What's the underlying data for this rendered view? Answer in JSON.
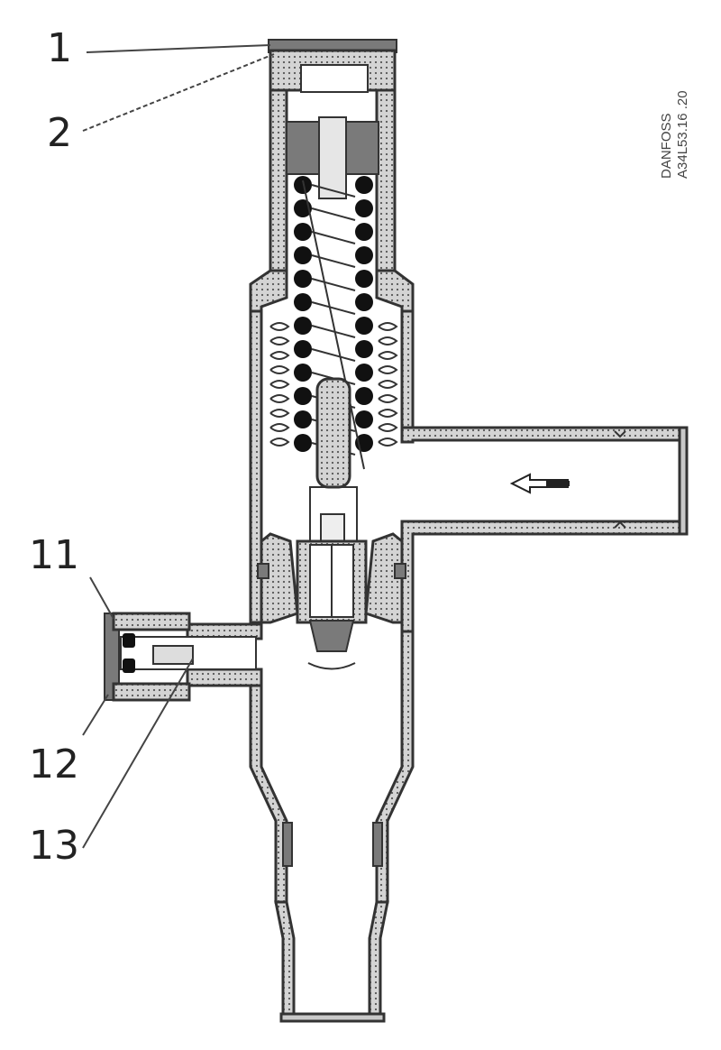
{
  "diagram": {
    "callouts": [
      {
        "id": "1",
        "text": "1"
      },
      {
        "id": "2",
        "text": "2"
      },
      {
        "id": "11",
        "text": "11"
      },
      {
        "id": "12",
        "text": "12"
      },
      {
        "id": "13",
        "text": "13"
      }
    ],
    "watermark": {
      "line1": "DANFOSS",
      "line2": "A34L53.16 .20"
    },
    "flow_arrow_icon": "arrow-left-icon",
    "colors": {
      "line": "#333333",
      "wall_fill": "#c9c9c9",
      "dark_part": "#7a7a7a",
      "coil": "#111111"
    }
  }
}
